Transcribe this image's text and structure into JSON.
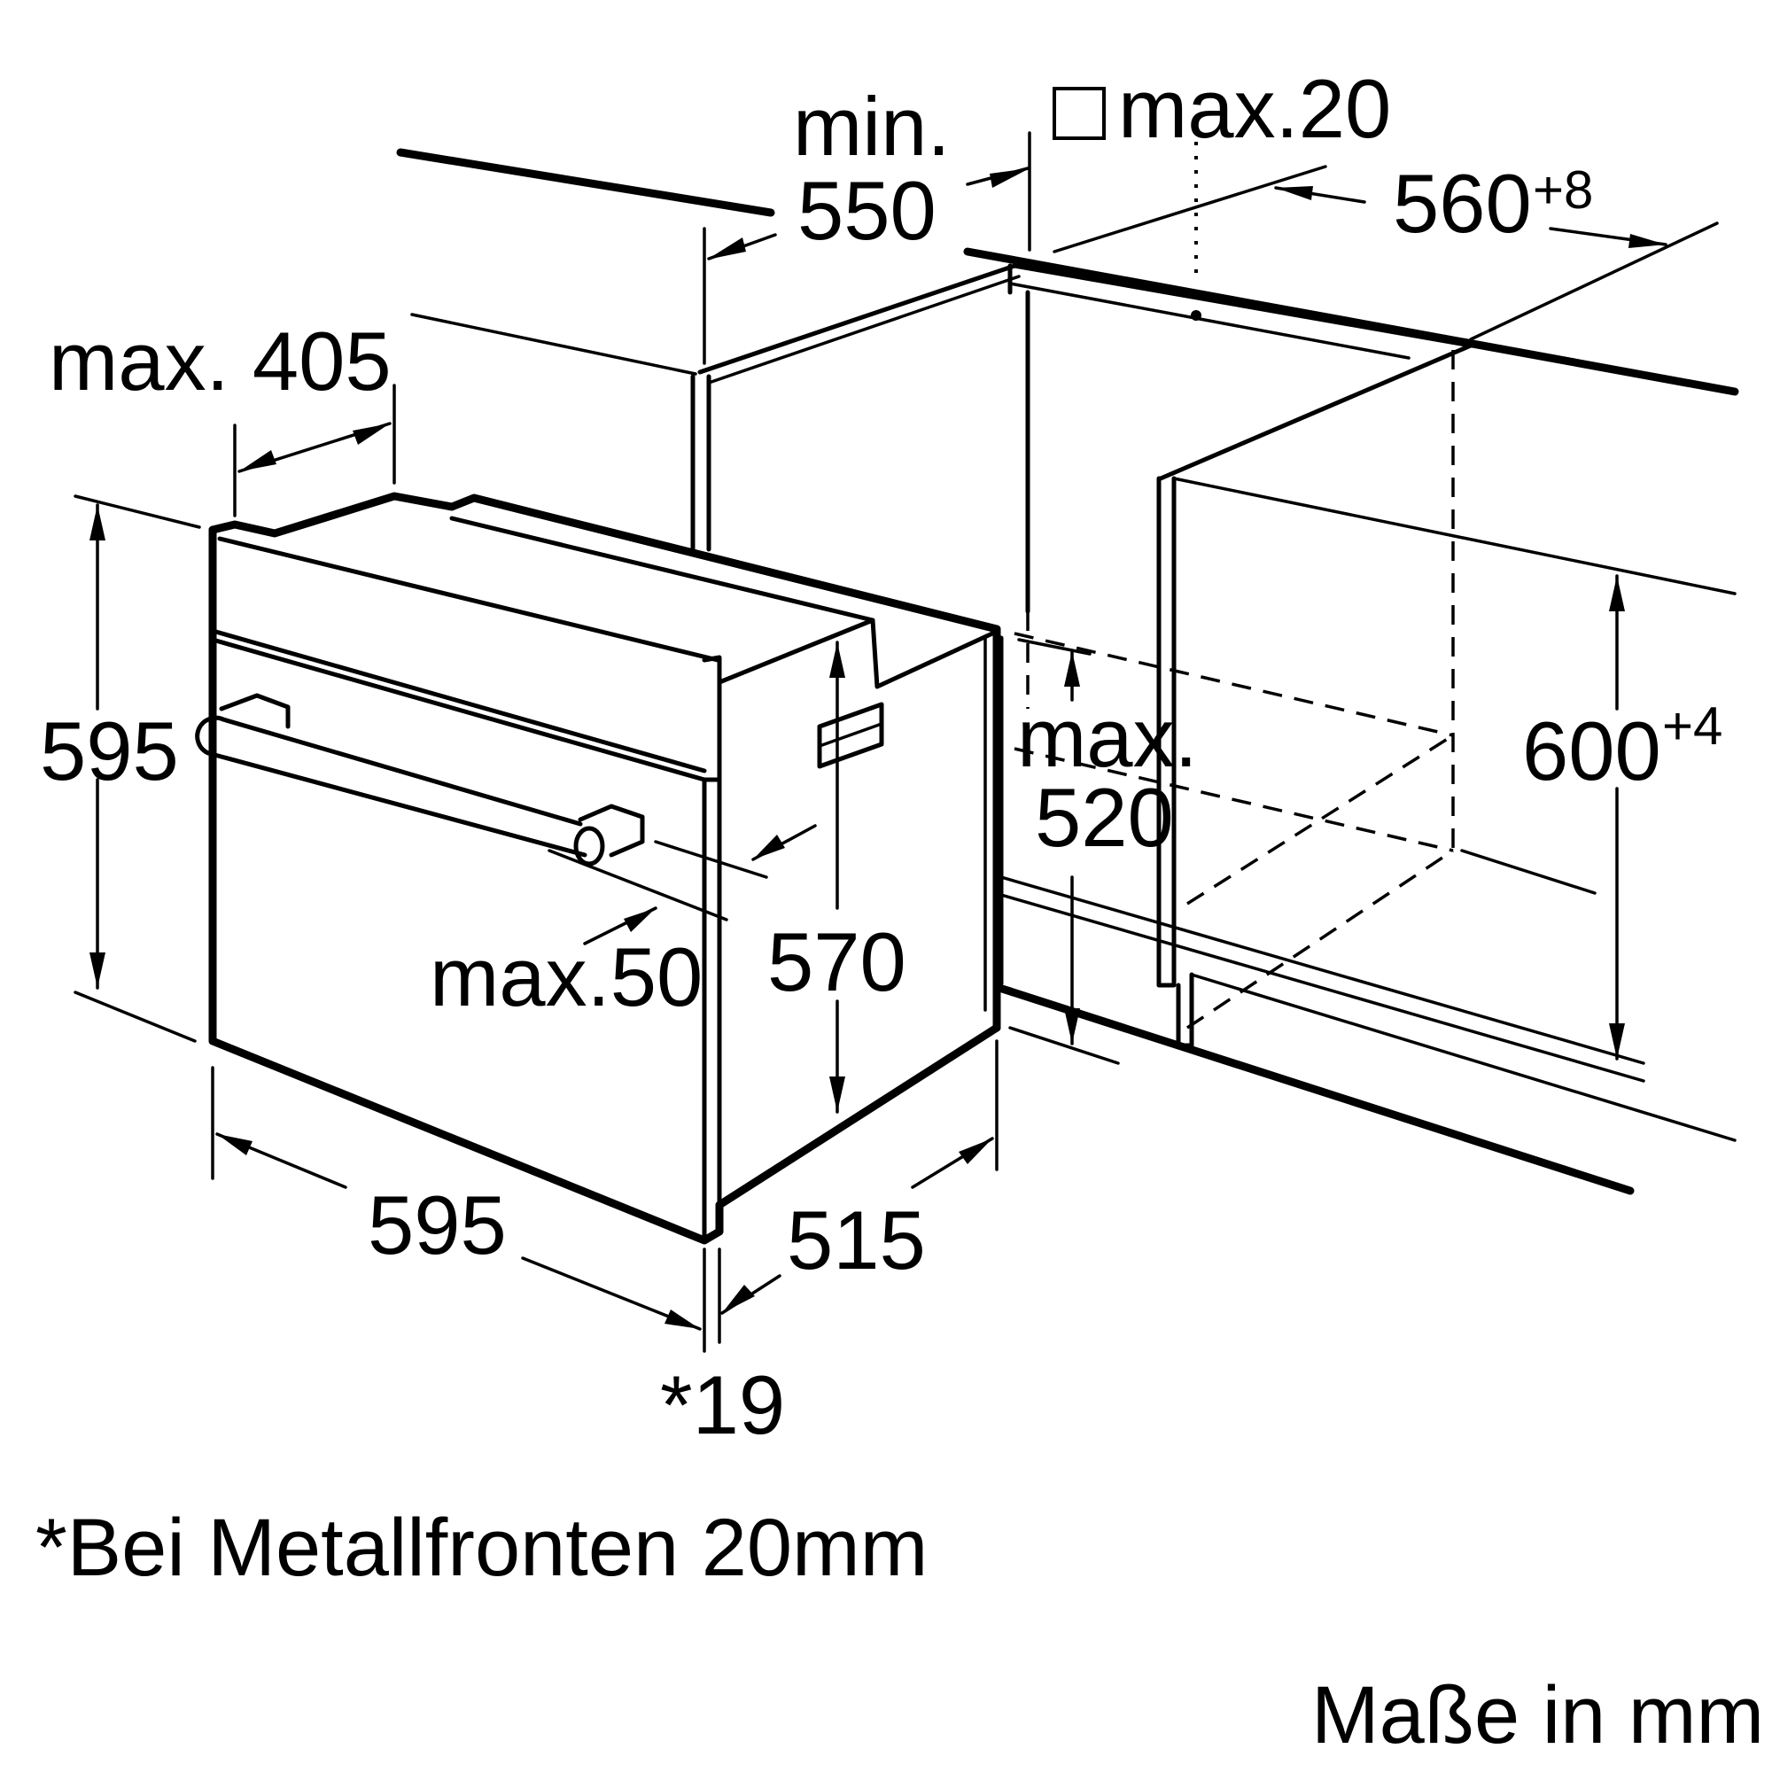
{
  "dimensions": {
    "min_label": "min.",
    "min_value": "550",
    "square_max_label": "max.20",
    "width_cutout": "560",
    "width_cutout_tol": "+8",
    "depth_panel": "max. 405",
    "height_oven": "595",
    "height_cutout": "600",
    "height_cutout_tol": "+4",
    "max_label_mid": "max.",
    "max_value_mid": "520",
    "handle_depth": "max.50",
    "inner_height": "570",
    "width_oven": "595",
    "depth_oven": "515",
    "front_offset": "*19"
  },
  "notes": {
    "footnote": "*Bei Metallfronten 20mm",
    "units": "Maße in mm"
  }
}
